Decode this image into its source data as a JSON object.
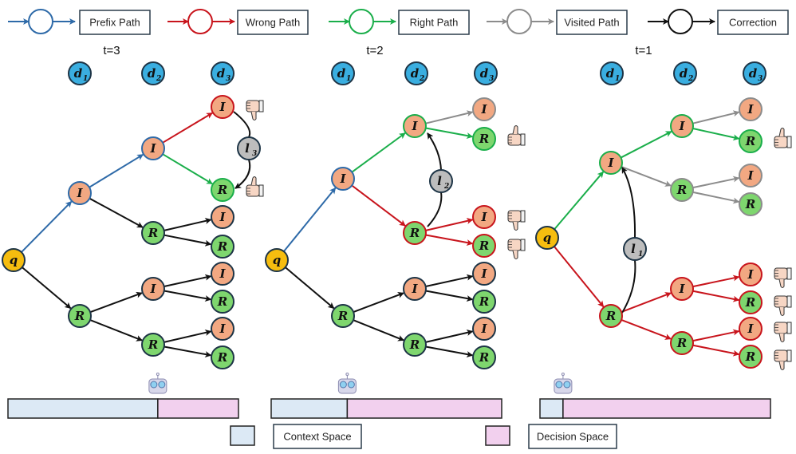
{
  "legend": {
    "items": [
      {
        "key": "prefix",
        "label": "Prefix Path",
        "color": "#2e6aa8"
      },
      {
        "key": "wrong",
        "label": "Wrong Path",
        "color": "#c8141c"
      },
      {
        "key": "right",
        "label": "Right Path",
        "color": "#1aae4a"
      },
      {
        "key": "visited",
        "label": "Visited Path",
        "color": "#8c8c8c"
      },
      {
        "key": "correction",
        "label": "Correction",
        "color": "#111111"
      }
    ],
    "space_items": [
      {
        "key": "context",
        "label": "Context Space",
        "color": "#dce9f5"
      },
      {
        "key": "decision",
        "label": "Decision Space",
        "color": "#f2d0ee"
      }
    ]
  },
  "colors": {
    "depth_node": "#3aaee0",
    "query_node": "#f6bd0f",
    "I_node": "#f2a882",
    "R_node": "#7ed66e",
    "l_node": "#bdbdbd",
    "node_border_default": "#1d3446"
  },
  "panels": [
    {
      "time_label": "t=3",
      "depth_labels": [
        "d",
        "d",
        "d"
      ],
      "depth_subscripts": [
        "1",
        "2",
        "3"
      ],
      "query_label": "q",
      "correction_node": {
        "label": "l",
        "subscript": "3"
      },
      "context_fraction": 0.65,
      "feedback": [
        {
          "target": "L3a",
          "type": "thumbs-down"
        },
        {
          "target": "L3b",
          "type": "thumbs-up"
        }
      ]
    },
    {
      "time_label": "t=2",
      "depth_labels": [
        "d",
        "d",
        "d"
      ],
      "depth_subscripts": [
        "1",
        "2",
        "3"
      ],
      "query_label": "q",
      "correction_node": {
        "label": "l",
        "subscript": "2"
      },
      "context_fraction": 0.33,
      "feedback": [
        {
          "target": "L3b",
          "type": "thumbs-up"
        },
        {
          "target": "L3c",
          "type": "thumbs-down"
        },
        {
          "target": "L3d",
          "type": "thumbs-down"
        }
      ]
    },
    {
      "time_label": "t=1",
      "depth_labels": [
        "d",
        "d",
        "d"
      ],
      "depth_subscripts": [
        "1",
        "2",
        "3"
      ],
      "query_label": "q",
      "correction_node": {
        "label": "l",
        "subscript": "1"
      },
      "context_fraction": 0.1,
      "feedback": [
        {
          "target": "L3b",
          "type": "thumbs-up"
        },
        {
          "target": "L3e",
          "type": "thumbs-down"
        },
        {
          "target": "L3f",
          "type": "thumbs-down"
        },
        {
          "target": "L3g",
          "type": "thumbs-down"
        },
        {
          "target": "L3h",
          "type": "thumbs-down"
        }
      ]
    }
  ],
  "node_labels": {
    "I": "I",
    "R": "R"
  }
}
